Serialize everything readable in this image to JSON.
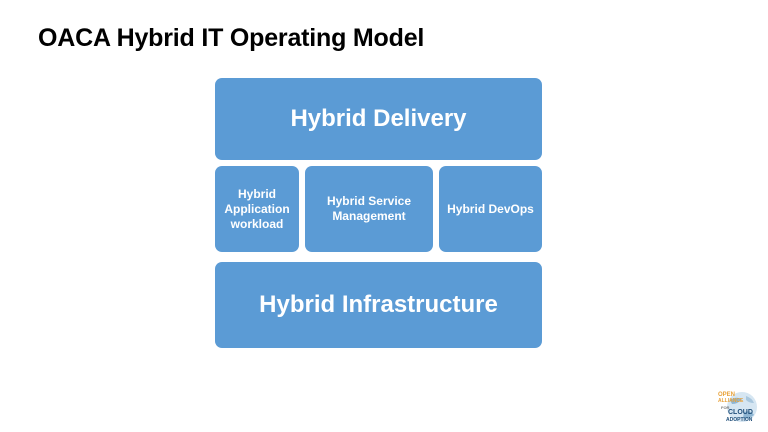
{
  "slide": {
    "title": "OACA Hybrid IT Operating Model"
  },
  "diagram": {
    "top": "Hybrid Delivery",
    "middle": [
      {
        "label_line1": "Hybrid",
        "label_line2": "Application",
        "label_line3": "workload"
      },
      {
        "label_line1": "Hybrid Service",
        "label_line2": "Management"
      },
      {
        "label": "Hybrid DevOps"
      }
    ],
    "bottom": "Hybrid Infrastructure",
    "fill_color": "#5b9bd5",
    "text_color": "#ffffff"
  },
  "logo": {
    "line1": "OPEN",
    "line2": "ALLIANCE",
    "line3": "FOR",
    "line4": "CLOUD",
    "line5": "ADOPTION"
  }
}
